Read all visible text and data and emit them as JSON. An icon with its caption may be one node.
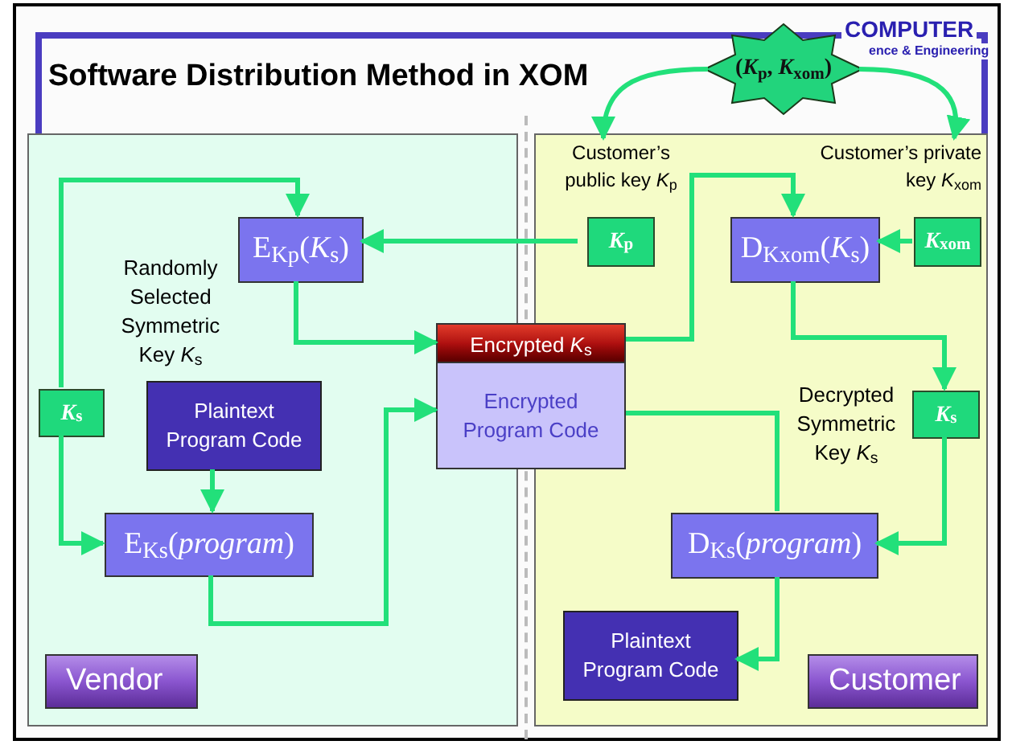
{
  "diagram": {
    "title": "Software Distribution Method in XOM",
    "nodes": [
      {
        "text": [
          "Vendor"
        ]
      },
      {
        "text": [
          "E$_{Kp}$(*K*$_{s}$)"
        ],
        "in": 0
      },
      {
        "text": [
          "*K*$_{s}$"
        ],
        "in": 0
      },
      {
        "text": [
          "Plaintext Program Code"
        ],
        "in": 0
      },
      {
        "text": [
          "E$_{Ks}$(*program*)"
        ],
        "in": 0
      },
      {
        "text": [
          "Encrypted *K*$_{s}$",
          "Encrypted Program Code"
        ]
      },
      {
        "text": [
          "Customer"
        ]
      },
      {
        "text": [
          "*K*$_{p}$"
        ],
        "in": 6,
        "beside": [
          "Customer’s public key *K*$_{p}$"
        ]
      },
      {
        "text": [
          "D$_{Kxom}$(*K*$_{s}$)"
        ],
        "in": 6
      },
      {
        "text": [
          "*K*$_{xom}$"
        ],
        "in": 6,
        "beside": [
          "Customer’s private key *K*$_{xom}$"
        ]
      },
      {
        "text": [
          "*K*$_{s}$"
        ],
        "in": 6,
        "beside": [
          "Decrypted Symmetric Key *K*$_{s}$"
        ]
      },
      {
        "text": [
          "D$_{Ks}$(*program*)"
        ],
        "in": 6
      },
      {
        "text": [
          "Plaintext Program Code"
        ],
        "in": 6
      },
      {
        "text": [
          "(*K*$_{p}$, *K*$_{xom}$)"
        ]
      }
    ],
    "edges": [
      {
        "from": 2,
        "to": 1,
        "arrow": "to"
      },
      {
        "from": 2,
        "to": 4,
        "arrow": "to"
      },
      {
        "from": 3,
        "to": 4,
        "arrow": "to"
      },
      {
        "from": 7,
        "to": 1,
        "arrow": "to"
      },
      {
        "from": 1,
        "to": 5,
        "arrow": "to"
      },
      {
        "from": 4,
        "to": 5,
        "arrow": "to"
      },
      {
        "from": 5,
        "to": 8,
        "arrow": "to"
      },
      {
        "from": 9,
        "to": 8,
        "arrow": "to"
      },
      {
        "from": 8,
        "to": 10,
        "arrow": "to"
      },
      {
        "from": 10,
        "to": 11,
        "arrow": "to"
      },
      {
        "from": 5,
        "to": 11,
        "arrow": "none"
      },
      {
        "from": 11,
        "to": 12,
        "arrow": "to"
      },
      {
        "from": 13,
        "to": 7,
        "arrow": "to"
      },
      {
        "from": 13,
        "to": 9,
        "arrow": "to"
      }
    ],
    "labels": [
      "COMPUTER",
      "ence & Engineering",
      "Randomly Selected Symmetric Key *K*$_{s}$"
    ]
  }
}
